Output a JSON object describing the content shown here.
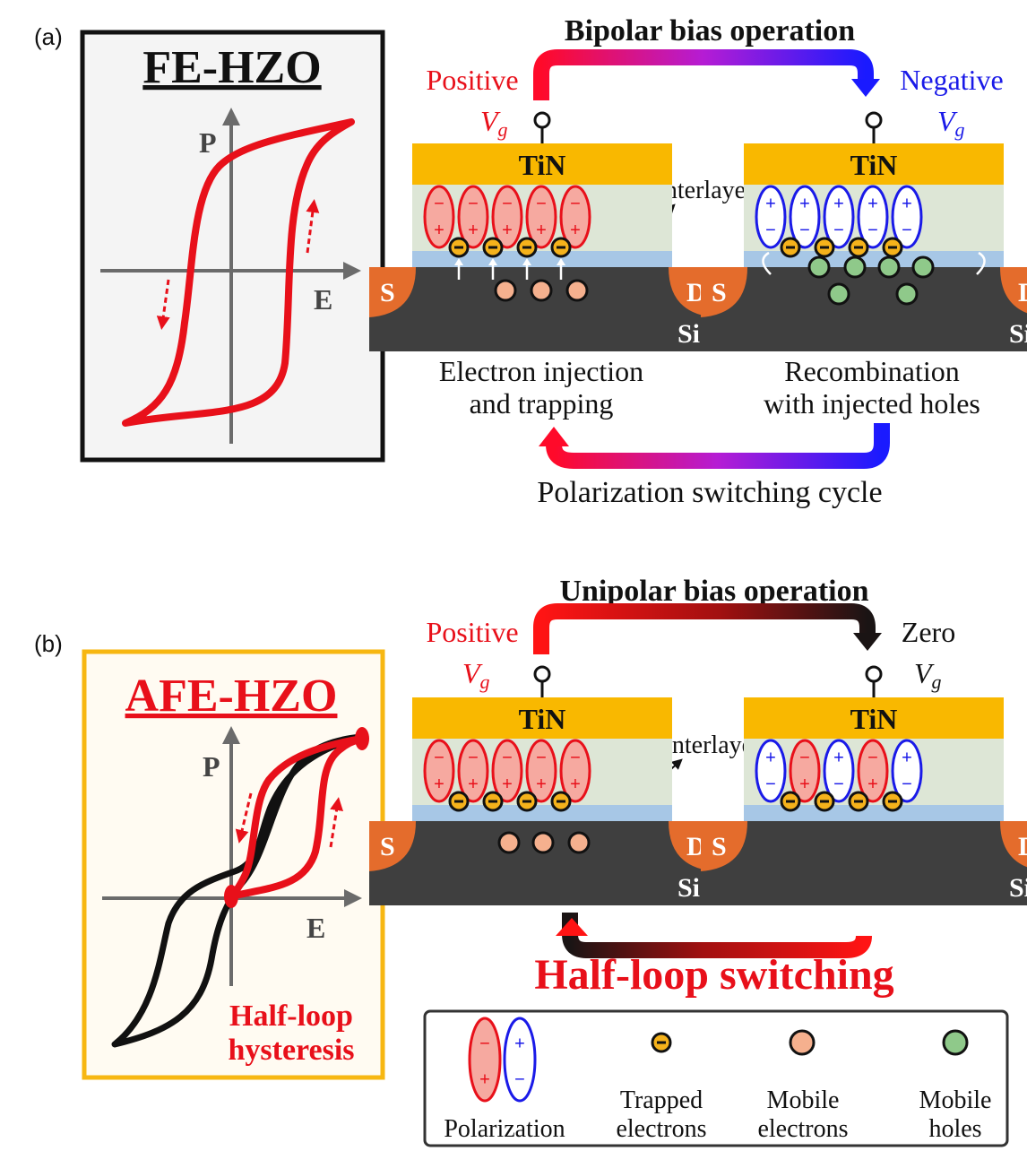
{
  "colors": {
    "red": "#e8101a",
    "blue": "#1a1ae8",
    "black": "#1a1a1a",
    "tin": "#f9b800",
    "hzo": "#dde6d6",
    "interlayer": "#a7c7e6",
    "si": "#3f3f3f",
    "sd": "#e46c2c",
    "trapped": "#f5b21b",
    "mobile_electron": "#f5b08e",
    "mobile_hole": "#8fc98a",
    "polarization_fill": "#f6a9a0",
    "afe_frame": "#f7b712"
  },
  "panel_a": {
    "label": "(a)",
    "loop_title": "FE-HZO",
    "axis_p": "P",
    "axis_e": "E",
    "title": "Bipolar bias operation",
    "left_bias_word": "Positive",
    "right_bias_word": "Negative",
    "vg": "V",
    "vg_sub": "g",
    "tin": "TiN",
    "s": "S",
    "d": "D",
    "si": "Si",
    "interlayer": "Interlayer",
    "left_caption_1": "Electron injection",
    "left_caption_2": "and trapping",
    "right_caption_1": "Recombination",
    "right_caption_2": "with injected holes",
    "cycle": "Polarization switching cycle"
  },
  "panel_b": {
    "label": "(b)",
    "loop_title": "AFE-HZO",
    "axis_p": "P",
    "axis_e": "E",
    "half_loop_1": "Half-loop",
    "half_loop_2": "hysteresis",
    "title": "Unipolar bias operation",
    "left_bias_word": "Positive",
    "right_bias_word": "Zero",
    "vg": "V",
    "vg_sub": "g",
    "tin": "TiN",
    "s": "S",
    "d": "D",
    "si": "Si",
    "interlayer": "Interlayer",
    "switching": "Half-loop switching"
  },
  "legend": {
    "polarization": "Polarization",
    "trapped_1": "Trapped",
    "trapped_2": "electrons",
    "mobile_e_1": "Mobile",
    "mobile_e_2": "electrons",
    "mobile_h_1": "Mobile",
    "mobile_h_2": "holes",
    "minus": "−",
    "plus": "+"
  }
}
